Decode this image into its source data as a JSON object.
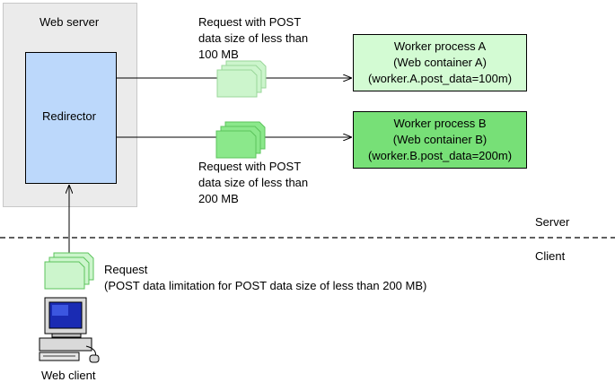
{
  "web_server": {
    "title": "Web server"
  },
  "redirector": {
    "label": "Redirector"
  },
  "worker_a": {
    "lines": [
      "Worker process A",
      "(Web container A)",
      "(worker.A.post_data=100m)"
    ]
  },
  "worker_b": {
    "lines": [
      "Worker process B",
      "(Web container B)",
      "(worker.B.post_data=200m)"
    ]
  },
  "request_a": {
    "lines": [
      "Request with POST",
      "data size of less than",
      "100 MB"
    ]
  },
  "request_b": {
    "lines": [
      "Request with POST",
      "data size of less than",
      "200 MB"
    ]
  },
  "client_request": {
    "line1": "Request",
    "line2": "(POST data limitation for POST data size of less than 200 MB)"
  },
  "zones": {
    "server": "Server",
    "client": "Client"
  },
  "web_client": {
    "label": "Web client"
  },
  "colors": {
    "web_server_bg": "#ebebeb",
    "redirector_bg": "#bcd8fb",
    "worker_a_bg": "#d3fbd3",
    "worker_b_bg": "#77e077",
    "request_light": "#ccf5cc",
    "request_dark": "#8be88b"
  }
}
